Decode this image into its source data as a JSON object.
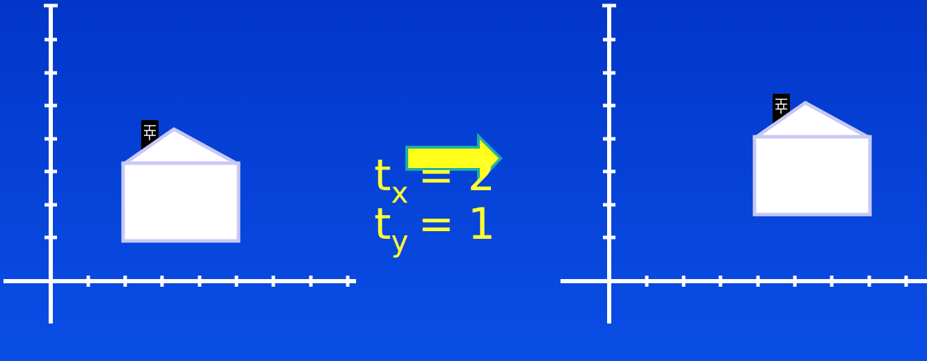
{
  "diagram": {
    "labels": [
      "t",
      "x",
      "= 2",
      "t",
      "y",
      "= 1"
    ]
  }
}
